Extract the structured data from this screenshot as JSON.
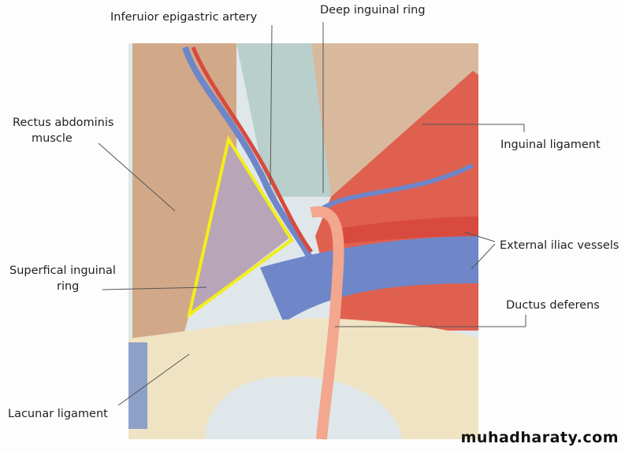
{
  "labels": {
    "inferior_epigastric": "Inferuior epigastric artery",
    "deep_ring": "Deep inguinal ring",
    "rectus": "Rectus abdominis muscle",
    "inguinal_ligament": "Inguinal ligament",
    "external_iliac": "External iliac vessels",
    "superficial_ring": "Superfical inguinal ring",
    "ductus": "Ductus deferens",
    "lacunar": "Lacunar ligament"
  },
  "rectus_lines": [
    "Rectus abdominis",
    "muscle"
  ],
  "superficial_lines": [
    "Superfical inguinal",
    "ring"
  ],
  "watermark": "muhadharaty.com",
  "colors": {
    "highlight": "#f2ee1a",
    "muscle_red": "#e0604f",
    "vein_blue": "#6f86c8",
    "bone": "#efe3c4",
    "rectus_tan": "#d2a988"
  }
}
